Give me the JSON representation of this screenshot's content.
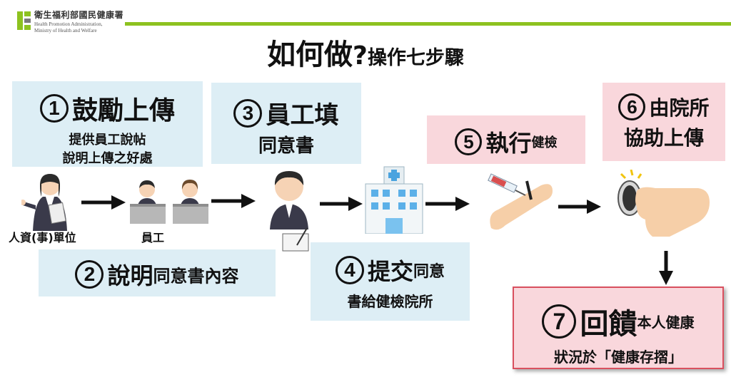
{
  "header": {
    "org_name_zh": "衛生福利部國民健康署",
    "org_name_en_line1": "Health Promotion Administration,",
    "org_name_en_line2": "Ministry of Health and Welfare"
  },
  "title": {
    "main": "如何做",
    "question_mark": "?",
    "sub": "操作七步驟"
  },
  "steps": [
    {
      "number": "1",
      "title": "鼓勵上傳",
      "title_small": "",
      "desc_lines": [
        "提供員工說帖",
        "說明上傳之好處"
      ]
    },
    {
      "number": "2",
      "title": "說明",
      "title_small": "同意書內容",
      "desc_lines": []
    },
    {
      "number": "3",
      "title": "員工填",
      "title_small": "",
      "desc_lines": [
        "同意書"
      ]
    },
    {
      "number": "4",
      "title": "提交",
      "title_small": "同意",
      "desc_lines": [
        "書給健檢院所"
      ]
    },
    {
      "number": "5",
      "title": "執行",
      "title_small": "健檢",
      "desc_lines": []
    },
    {
      "number": "6",
      "title": "由院所",
      "title_small": "",
      "desc_lines": [
        "協助上傳"
      ]
    },
    {
      "number": "7",
      "title": "回饋",
      "title_small": "本人健康",
      "desc_lines": [
        "狀況於「健康存摺」"
      ]
    }
  ],
  "labels": {
    "hr_unit": "人資(事)單位",
    "employees": "員工"
  },
  "colors": {
    "accent_green": "#8dc21f",
    "step_box_blue": "#ddeef5",
    "step_box_pink": "#f9d7dc",
    "step7_border": "#d9505f"
  }
}
